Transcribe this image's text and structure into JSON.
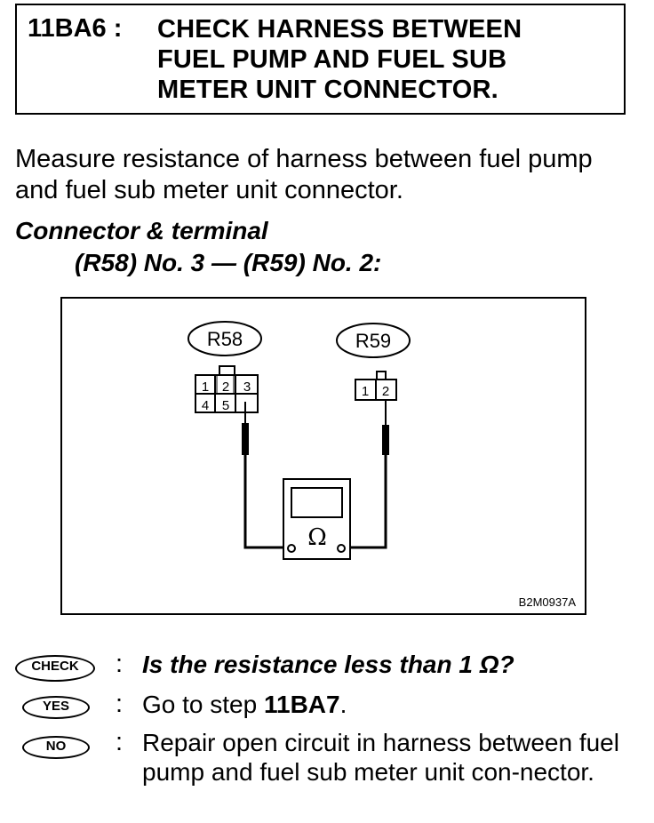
{
  "step": {
    "id": "11BA6 :",
    "title": "CHECK HARNESS BETWEEN\nFUEL PUMP AND FUEL SUB\nMETER UNIT CONNECTOR."
  },
  "intro": "Measure resistance of harness between fuel pump and fuel sub meter unit connector.",
  "connector": {
    "label": "Connector & terminal",
    "spec": "(R58) No. 3 — (R59) No. 2:"
  },
  "diagram": {
    "left_connector": "R58",
    "right_connector": "R59",
    "left_pins": [
      "1",
      "2",
      "3",
      "4",
      "5"
    ],
    "right_pins": [
      "1",
      "2"
    ],
    "meter_symbol": "Ω",
    "figure_id": "B2M0937A"
  },
  "results": {
    "check_badge": "CHECK",
    "question": "Is the resistance less than 1 Ω?",
    "yes_badge": "YES",
    "yes_prefix": "Go to step ",
    "yes_step": "11BA7",
    "yes_suffix": ".",
    "no_badge": "NO",
    "no_text": "Repair open circuit in harness between fuel pump and fuel sub meter unit con-nector."
  }
}
